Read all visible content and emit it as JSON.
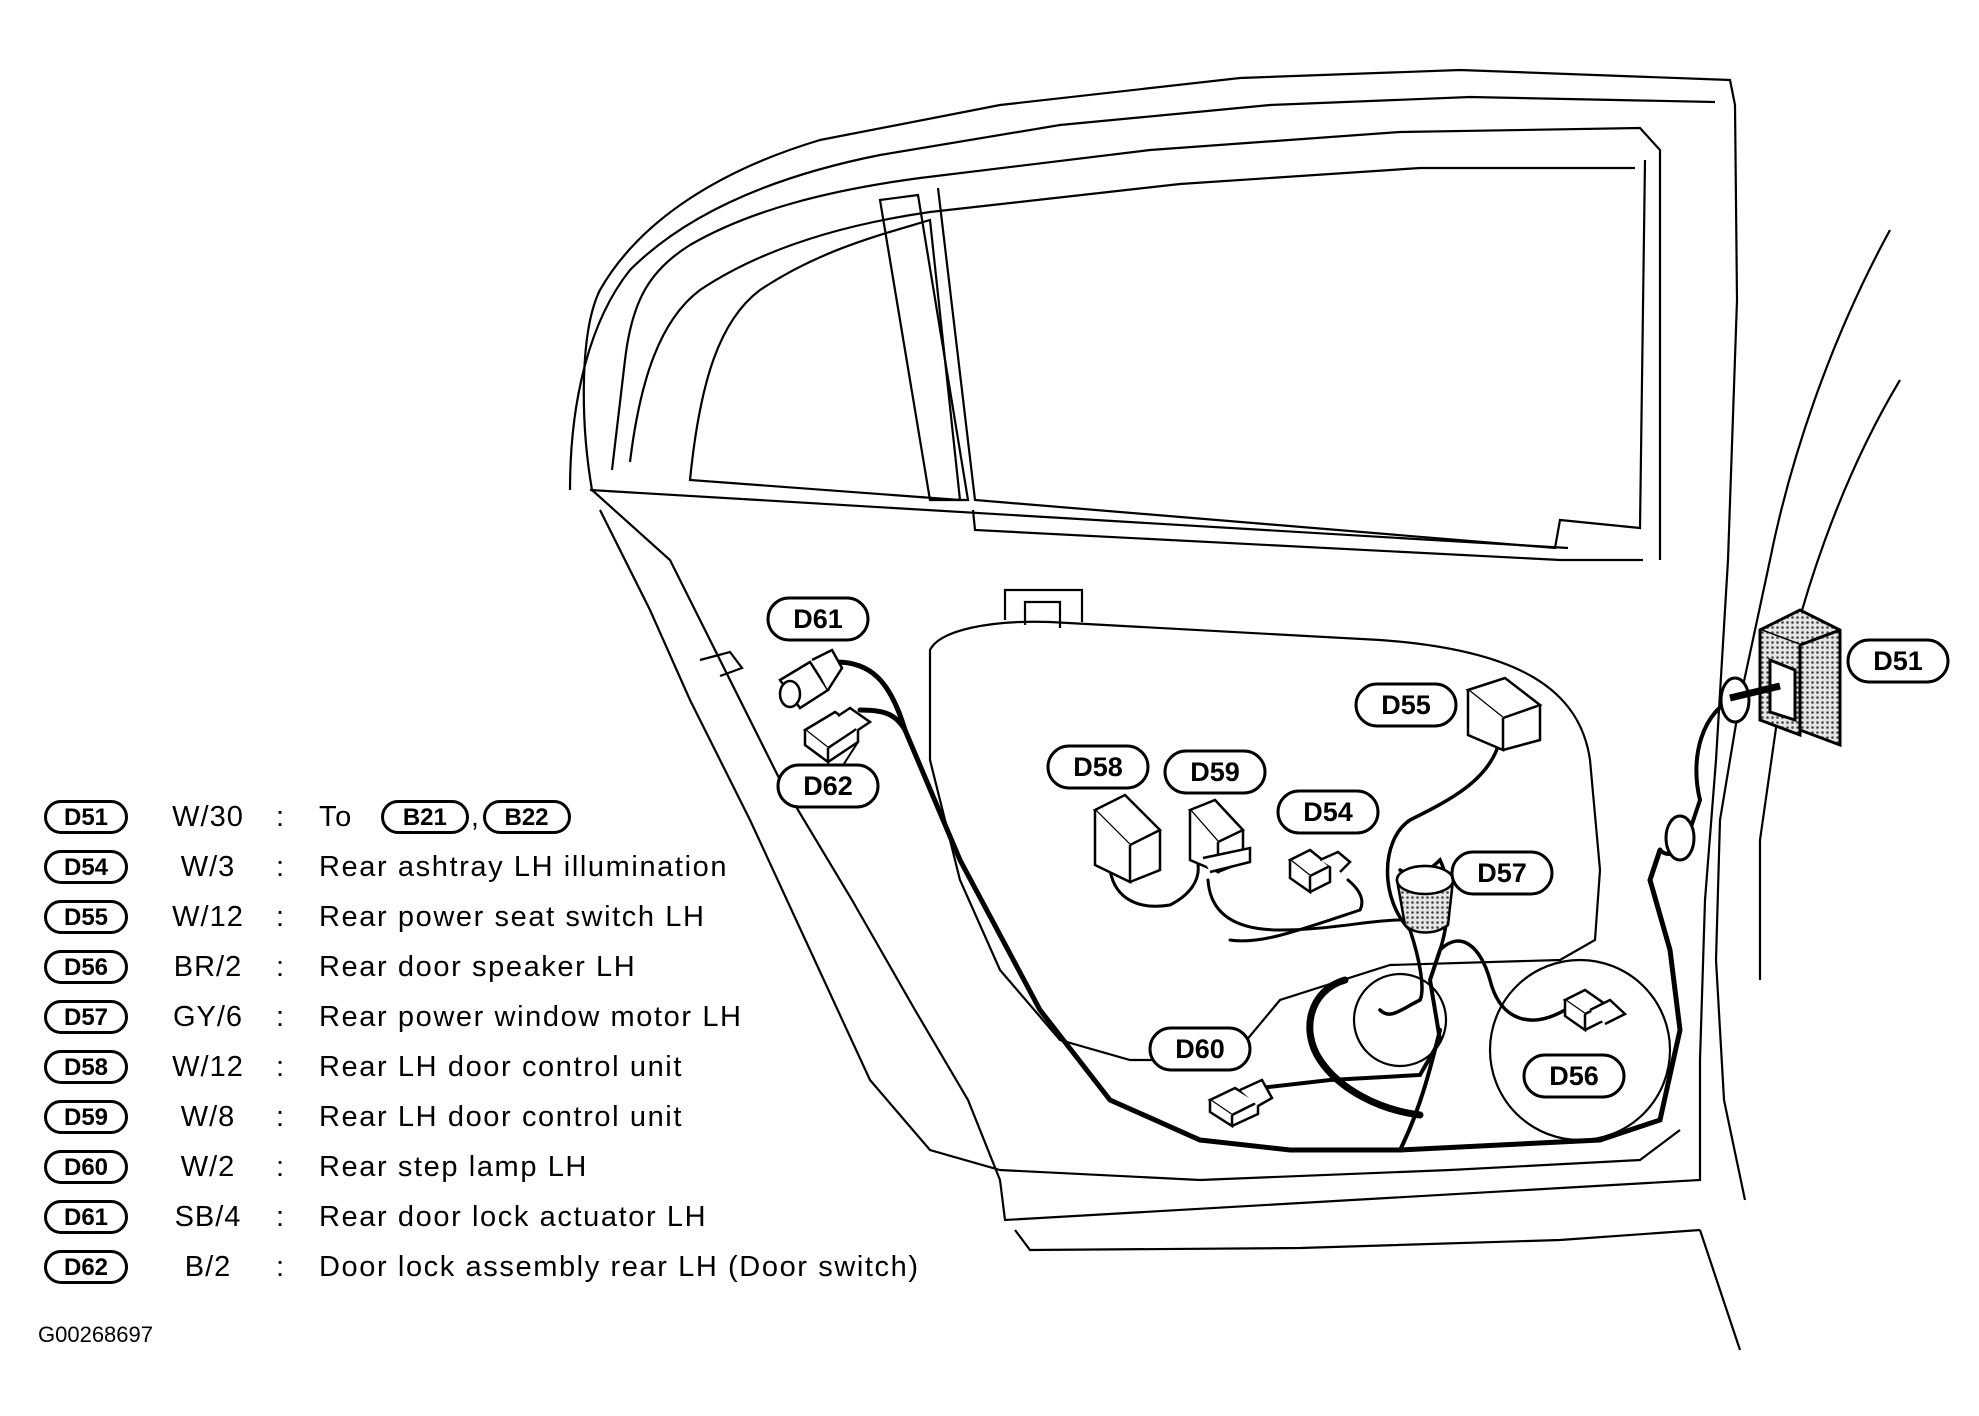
{
  "callouts": {
    "d61": "D61",
    "d62": "D62",
    "d58": "D58",
    "d59": "D59",
    "d54": "D54",
    "d55": "D55",
    "d57": "D57",
    "d60": "D60",
    "d56": "D56",
    "d51": "D51"
  },
  "legend": [
    {
      "id": "D51",
      "code": "W/30",
      "desc": "To",
      "refs": [
        "B21",
        "B22"
      ],
      "ref_separator": ","
    },
    {
      "id": "D54",
      "code": "W/3",
      "desc": "Rear ashtray LH illumination"
    },
    {
      "id": "D55",
      "code": "W/12",
      "desc": "Rear power seat switch LH"
    },
    {
      "id": "D56",
      "code": "BR/2",
      "desc": "Rear door speaker LH"
    },
    {
      "id": "D57",
      "code": "GY/6",
      "desc": "Rear power window motor LH"
    },
    {
      "id": "D58",
      "code": "W/12",
      "desc": "Rear LH door control unit"
    },
    {
      "id": "D59",
      "code": "W/8",
      "desc": "Rear LH door control unit"
    },
    {
      "id": "D60",
      "code": "W/2",
      "desc": "Rear step lamp LH"
    },
    {
      "id": "D61",
      "code": "SB/4",
      "desc": "Rear door lock actuator LH"
    },
    {
      "id": "D62",
      "code": "B/2",
      "desc": "Door lock assembly rear LH (Door switch)"
    }
  ],
  "legend_colon": ":",
  "figure_code": "G00268697",
  "colors": {
    "line": "#000000",
    "background": "#ffffff",
    "connector_shade": "#bdbdbd"
  }
}
